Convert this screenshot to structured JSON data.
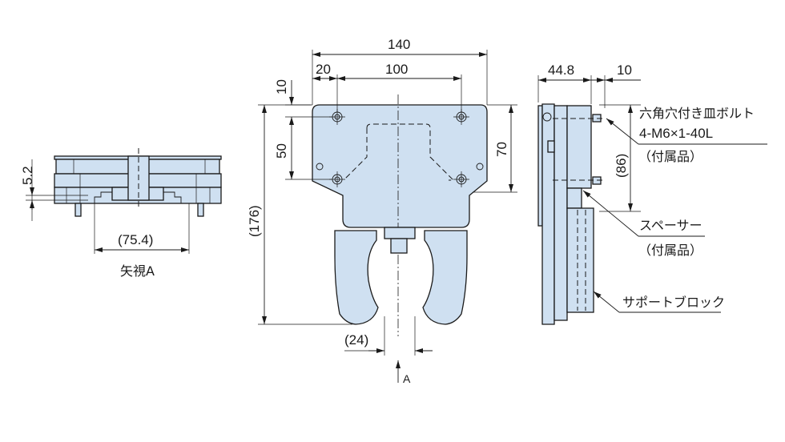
{
  "front_view": {
    "dims": {
      "overall_width": "140",
      "hole_pitch_x": "100",
      "edge_to_hole": "20",
      "top_to_hole": "10",
      "hole_pitch_y": "50",
      "plate_height": "70",
      "overall_height": "(176)",
      "jaw_gap": "(24)"
    },
    "view_arrow_label": "A"
  },
  "view_a": {
    "title": "矢視A",
    "dims": {
      "offset": "5.2",
      "pin_pitch": "(75.4)"
    }
  },
  "side_view": {
    "dims": {
      "depth": "44.8",
      "bolt_protrusion": "10",
      "bolt_pitch": "(86)"
    },
    "callouts": [
      {
        "line1": "六角穴付き皿ボルト",
        "line2": "4-M6×1-40L",
        "line3": "（付属品）"
      },
      {
        "line1": "スペーサー",
        "line2": "（付属品）"
      },
      {
        "line1": "サポートブロック"
      }
    ]
  }
}
